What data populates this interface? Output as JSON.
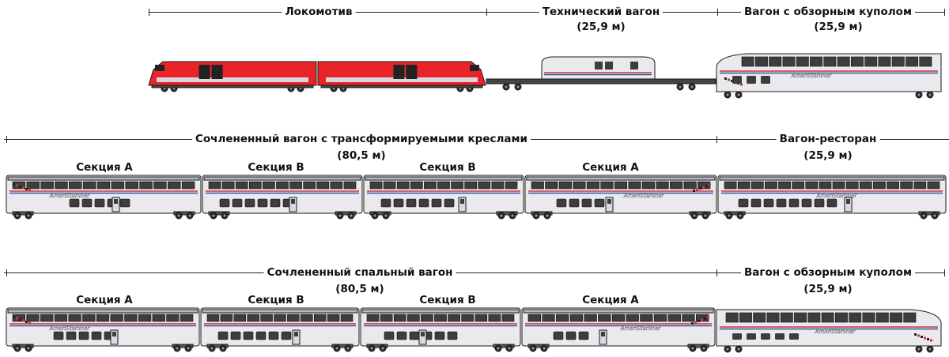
{
  "row1": {
    "locomotive": "Локомотив",
    "service_car": "Технический вагон",
    "service_len": "(25,9 м)",
    "dome1": "Вагон с обзорным куполом",
    "dome1_len": "(25,9 м)"
  },
  "row2": {
    "articulated": "Сочлененный вагон с трансформируемыми креслами",
    "articulated_len": "(80,5 м)",
    "dining": "Вагон-ресторан",
    "dining_len": "(25,9 м)",
    "sections": [
      "Секция A",
      "Секция B",
      "Секция B",
      "Секция A"
    ]
  },
  "row3": {
    "sleeper": "Сочлененный спальный вагон",
    "sleeper_len": "(80,5 м)",
    "dome2": "Вагон с обзорным куполом",
    "dome2_len": "(25,9 м)",
    "sections": [
      "Секция A",
      "Секция B",
      "Секция B",
      "Секция A"
    ]
  },
  "brand": "AmeriStarliner",
  "colors": {
    "loco_red": "#e8232a",
    "car_body": "#e9e9ee",
    "window": "#3d3d3d",
    "stripe_red": "#c8363b",
    "stripe_blue": "#3b4f9a",
    "outline": "#1a1a1a"
  }
}
